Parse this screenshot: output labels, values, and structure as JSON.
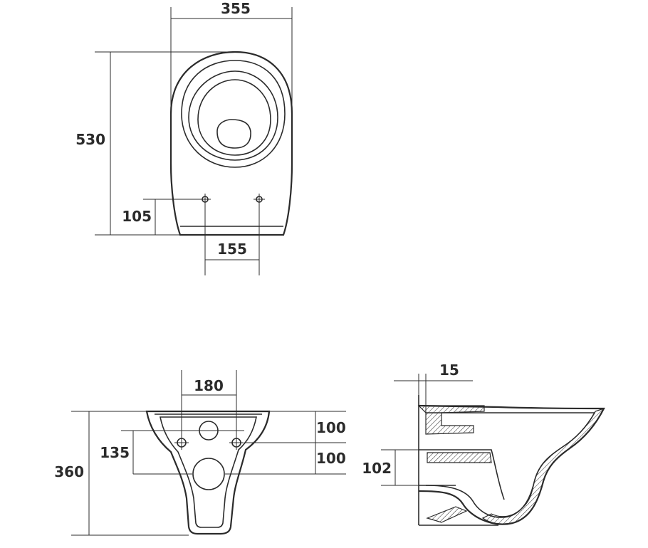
{
  "views": {
    "top": {
      "dims": {
        "width": "355",
        "length": "530",
        "fix_height": "105",
        "fix_spacing": "155"
      }
    },
    "rear": {
      "dims": {
        "fix_spacing": "180",
        "height": "360",
        "outlet_height": "135",
        "upper_offset": "100",
        "lower_offset": "100"
      }
    },
    "side": {
      "dims": {
        "wall_gap": "15",
        "outlet_size": "102"
      }
    }
  }
}
